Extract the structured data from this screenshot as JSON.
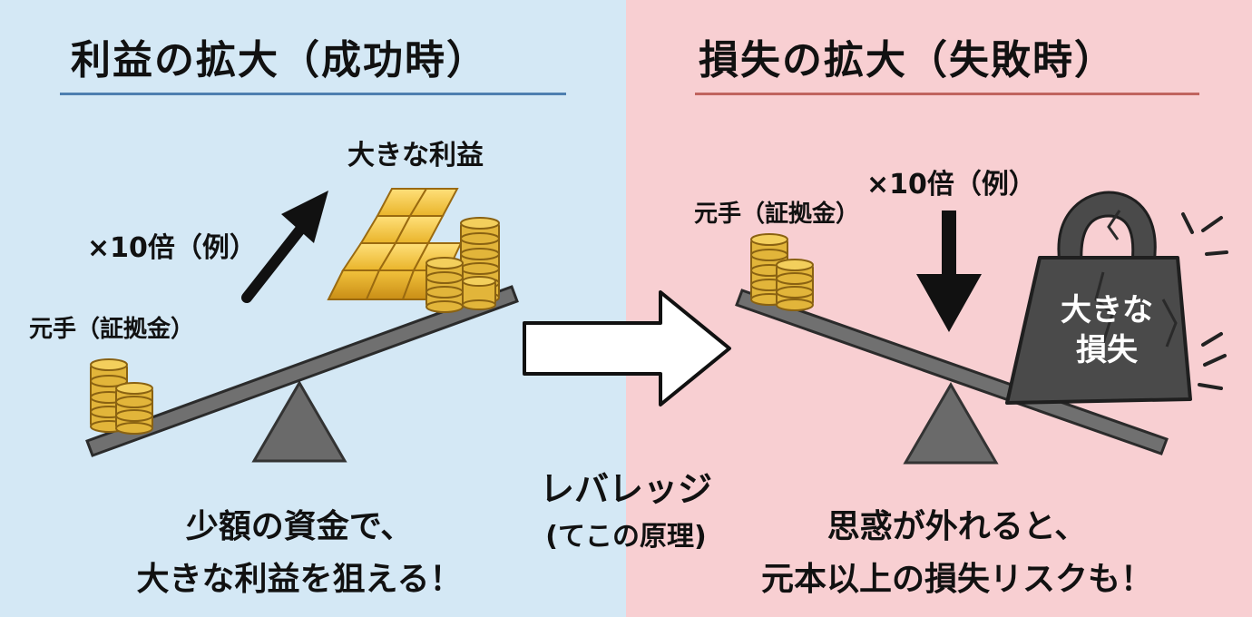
{
  "left": {
    "title": "利益の拡大（成功時）",
    "gain_label": "大きな利益",
    "multiplier": "×10倍（例）",
    "margin_label": "元手（証拠金）",
    "caption_line1": "少額の資金で、",
    "caption_line2": "大きな利益を狙える！"
  },
  "right": {
    "title": "損失の拡大（失敗時）",
    "margin_label": "元手（証拠金）",
    "multiplier": "×10倍（例）",
    "weight_line1": "大きな",
    "weight_line2": "損失",
    "caption_line1": "思惑が外れると、",
    "caption_line2": "元本以上の損失リスクも！"
  },
  "center": {
    "line1": "レバレッジ",
    "line2": "(てこの原理)"
  },
  "colors": {
    "left_bg": "#d4e8f5",
    "right_bg": "#f8cfd2",
    "left_underline": "#4e7fb0",
    "right_underline": "#c0645f",
    "coin": "#e2b53a",
    "gold_bar": "#f0c23a",
    "beam": "#6f6f6f",
    "weight": "#4a4a4a"
  },
  "icons": [
    "arrow-up-right-icon",
    "arrow-right-icon",
    "arrow-down-icon",
    "coin-stack-icon",
    "gold-bars-icon",
    "weight-icon",
    "seesaw-icon"
  ]
}
